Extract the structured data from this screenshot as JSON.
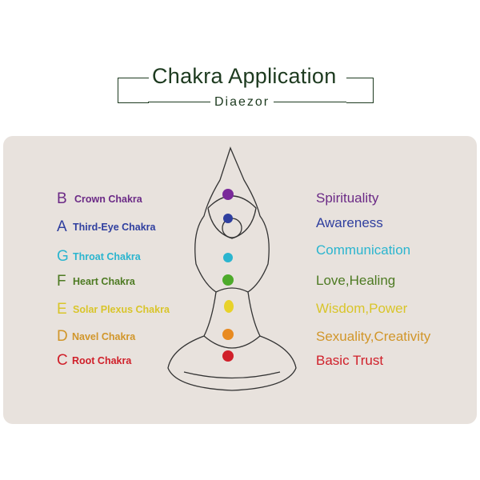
{
  "header": {
    "title": "Chakra Application",
    "brand": "Diaezor"
  },
  "chakras": [
    {
      "letter": "B",
      "name": "Crown Chakra",
      "meaning": "Spirituality",
      "color": "#6b2a86"
    },
    {
      "letter": "A",
      "name": "Third-Eye Chakra",
      "meaning": "Awareness",
      "color": "#2f3f9f"
    },
    {
      "letter": "G",
      "name": "Throat Chakra",
      "meaning": "Communication",
      "color": "#2bb5cf"
    },
    {
      "letter": "F",
      "name": "Heart Chakra",
      "meaning": "Love,Healing",
      "color": "#4d7a22"
    },
    {
      "letter": "E",
      "name": "Solar Plexus Chakra",
      "meaning": "Wisdom,Power",
      "color": "#d9c52a"
    },
    {
      "letter": "D",
      "name": "Navel Chakra",
      "meaning": "Sexuality,Creativity",
      "color": "#d1962a"
    },
    {
      "letter": "C",
      "name": "Root Chakra",
      "meaning": "Basic Trust",
      "color": "#d0202a"
    }
  ]
}
